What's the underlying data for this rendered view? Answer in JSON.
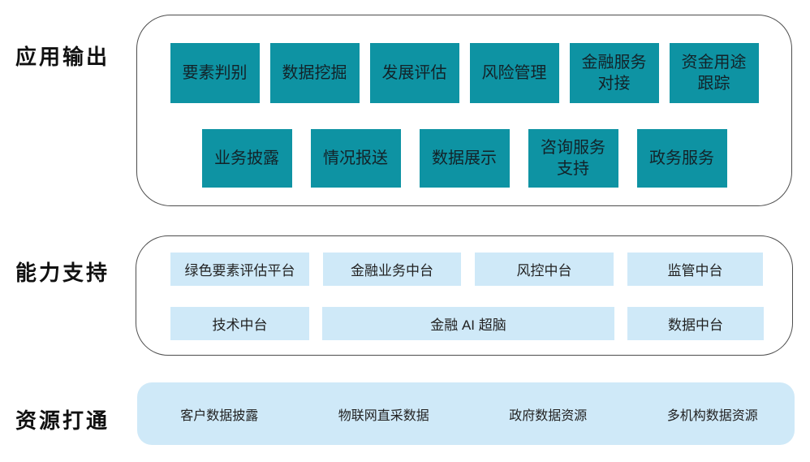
{
  "colors": {
    "teal": "#0E93A3",
    "light_blue": "#CFE9F8",
    "border": "#4D4D4D",
    "text_dark": "#1A1A1A",
    "background": "#FFFFFF"
  },
  "sections": {
    "app_output": {
      "label": "应用输出",
      "row1": [
        "要素判别",
        "数据挖掘",
        "发展评估",
        "风险管理",
        "金融服务\n对接",
        "资金用途\n跟踪"
      ],
      "row2": [
        "业务披露",
        "情况报送",
        "数据展示",
        "咨询服务\n支持",
        "政务服务"
      ]
    },
    "capability": {
      "label": "能力支持",
      "row1": [
        "绿色要素评估平台",
        "金融业务中台",
        "风控中台",
        "监管中台"
      ],
      "row2": [
        "技术中台",
        "金融 AI 超脑",
        "数据中台"
      ]
    },
    "resources": {
      "label": "资源打通",
      "items": [
        "客户数据披露",
        "物联网直采数据",
        "政府数据资源",
        "多机构数据资源"
      ]
    }
  }
}
